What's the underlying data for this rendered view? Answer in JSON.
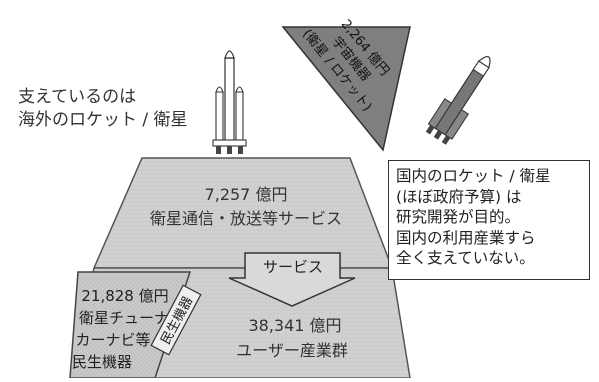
{
  "caption": {
    "line1": "支えているのは",
    "line2": "海外のロケット / 衛星"
  },
  "top_triangle": {
    "amount": "2,264 億円",
    "line2": "宇宙機器",
    "line3": "(衛星 / ロケット)"
  },
  "services_band": {
    "amount": "7,257 億円",
    "label": "衛星通信・放送等サービス"
  },
  "arrow_label": "サービス",
  "consumer_devices": {
    "amount": "21,828 億円",
    "line2": "衛星チューナ",
    "line3": "カーナビ等",
    "line4": "民生機器"
  },
  "civil_tag": "民生機器",
  "user_industries": {
    "amount": "38,341 億円",
    "label": "ユーザー産業群"
  },
  "note": {
    "lines": [
      "国内のロケット / 衛星",
      "(ほぼ政府予算) は",
      "研究開発が目的。",
      "国内の利用産業すら",
      "全く支えていない。"
    ]
  }
}
